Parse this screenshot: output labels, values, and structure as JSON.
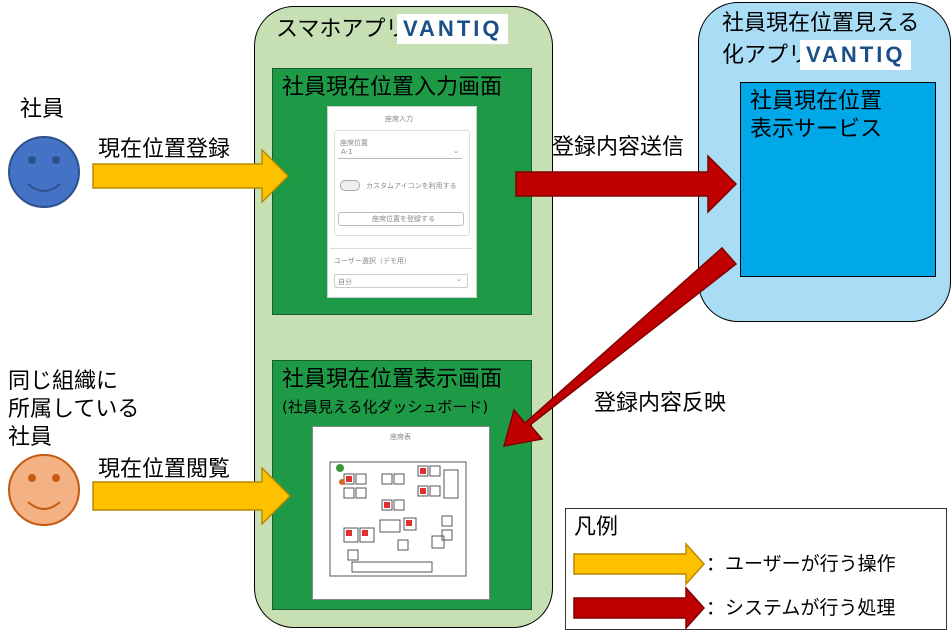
{
  "app_left": {
    "title": "スマホアプリ",
    "logo": "VANTIQ"
  },
  "app_right": {
    "title_line1": "社員現在位置見える",
    "title_line2": "化アプリ",
    "logo": "VANTIQ"
  },
  "service": {
    "line1": "社員現在位置",
    "line2": "表示サービス"
  },
  "input_screen": {
    "title": "社員現在位置入力画面",
    "phone": {
      "header": "座席入力",
      "field_label": "座席位置",
      "field_value": "A-1",
      "toggle_label": "カスタムアイコンを利用する",
      "register_button": "座席位置を登録する",
      "user_label": "ユーザー選択（デモ用）",
      "user_value": "自分"
    }
  },
  "display_screen": {
    "title": "社員現在位置表示画面",
    "subtitle": "(社員見える化ダッシュボード)",
    "floor_title": "座席表"
  },
  "actors": {
    "employee": "社員",
    "colleague_line1": "同じ組織に",
    "colleague_line2": "所属している",
    "colleague_line3": "社員"
  },
  "arrows": {
    "register": "現在位置登録",
    "send": "登録内容送信",
    "reflect": "登録内容反映",
    "view": "現在位置閲覧"
  },
  "legend": {
    "title": "凡例",
    "user_action": "：ユーザーが行う操作",
    "system_action": "：システムが行う処理"
  },
  "colors": {
    "user_arrow": "#ffc000",
    "system_arrow": "#c00000",
    "app_panel": "#c6e0b4",
    "app_panel_right": "#a9dcf5",
    "screen": "#1e9a46",
    "service": "#00a8e8",
    "face_blue": "#4472c4",
    "face_orange": "#f4b183"
  }
}
